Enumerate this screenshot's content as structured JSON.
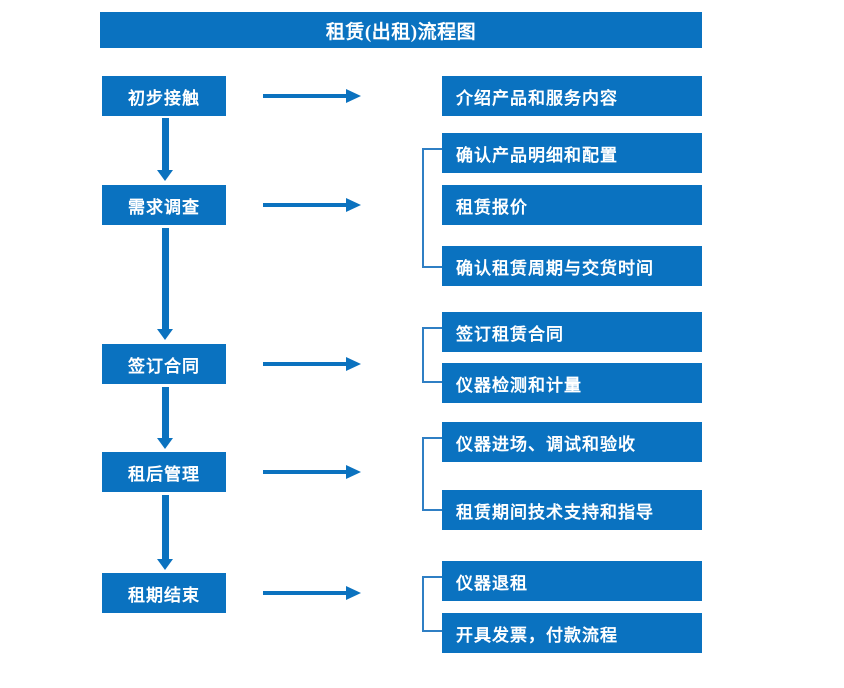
{
  "chart_title": "租赁(出租)流程图",
  "theme": {
    "box_fill": "#0a72c0",
    "box_text": "#ffffff",
    "arrow": "#0b72bf",
    "bracket": "#2f7fc4",
    "background": "#ffffff"
  },
  "stages": [
    {
      "id": "stage-1",
      "label": "初步接触"
    },
    {
      "id": "stage-2",
      "label": "需求调查"
    },
    {
      "id": "stage-3",
      "label": "签订合同"
    },
    {
      "id": "stage-4",
      "label": "租后管理"
    },
    {
      "id": "stage-5",
      "label": "租期结束"
    }
  ],
  "details": [
    {
      "id": "detail-1-1",
      "label": "介绍产品和服务内容"
    },
    {
      "id": "detail-2-1",
      "label": "确认产品明细和配置"
    },
    {
      "id": "detail-2-2",
      "label": "租赁报价"
    },
    {
      "id": "detail-2-3",
      "label": "确认租赁周期与交货时间"
    },
    {
      "id": "detail-3-1",
      "label": "签订租赁合同"
    },
    {
      "id": "detail-3-2",
      "label": "仪器检测和计量"
    },
    {
      "id": "detail-4-1",
      "label": "仪器进场、调试和验收"
    },
    {
      "id": "detail-4-2",
      "label": "租赁期间技术支持和指导"
    },
    {
      "id": "detail-5-1",
      "label": "仪器退租"
    },
    {
      "id": "detail-5-2",
      "label": "开具发票，付款流程"
    }
  ],
  "chart_data": {
    "type": "diagram",
    "title": "租赁(出租)流程图",
    "orientation": "vertical-left-spine-with-right-details",
    "nodes": [
      {
        "stage": "初步接触",
        "details": [
          "介绍产品和服务内容"
        ]
      },
      {
        "stage": "需求调查",
        "details": [
          "确认产品明细和配置",
          "租赁报价",
          "确认租赁周期与交货时间"
        ]
      },
      {
        "stage": "签订合同",
        "details": [
          "签订租赁合同",
          "仪器检测和计量"
        ]
      },
      {
        "stage": "租后管理",
        "details": [
          "仪器进场、调试和验收",
          "租赁期间技术支持和指导"
        ]
      },
      {
        "stage": "租期结束",
        "details": [
          "仪器退租",
          "开具发票，付款流程"
        ]
      }
    ],
    "edges": [
      {
        "from": "初步接触",
        "to": "需求调查",
        "kind": "down-arrow"
      },
      {
        "from": "需求调查",
        "to": "签订合同",
        "kind": "down-arrow"
      },
      {
        "from": "签订合同",
        "to": "租后管理",
        "kind": "down-arrow"
      },
      {
        "from": "租后管理",
        "to": "租期结束",
        "kind": "down-arrow"
      },
      {
        "from": "初步接触",
        "to": "介绍产品和服务内容",
        "kind": "right-arrow"
      },
      {
        "from": "需求调查",
        "to": "需求调查明细组",
        "kind": "right-arrow"
      },
      {
        "from": "签订合同",
        "to": "签订合同明细组",
        "kind": "right-arrow"
      },
      {
        "from": "租后管理",
        "to": "租后管理明细组",
        "kind": "right-arrow"
      },
      {
        "from": "租期结束",
        "to": "租期结束明细组",
        "kind": "right-arrow"
      }
    ]
  }
}
